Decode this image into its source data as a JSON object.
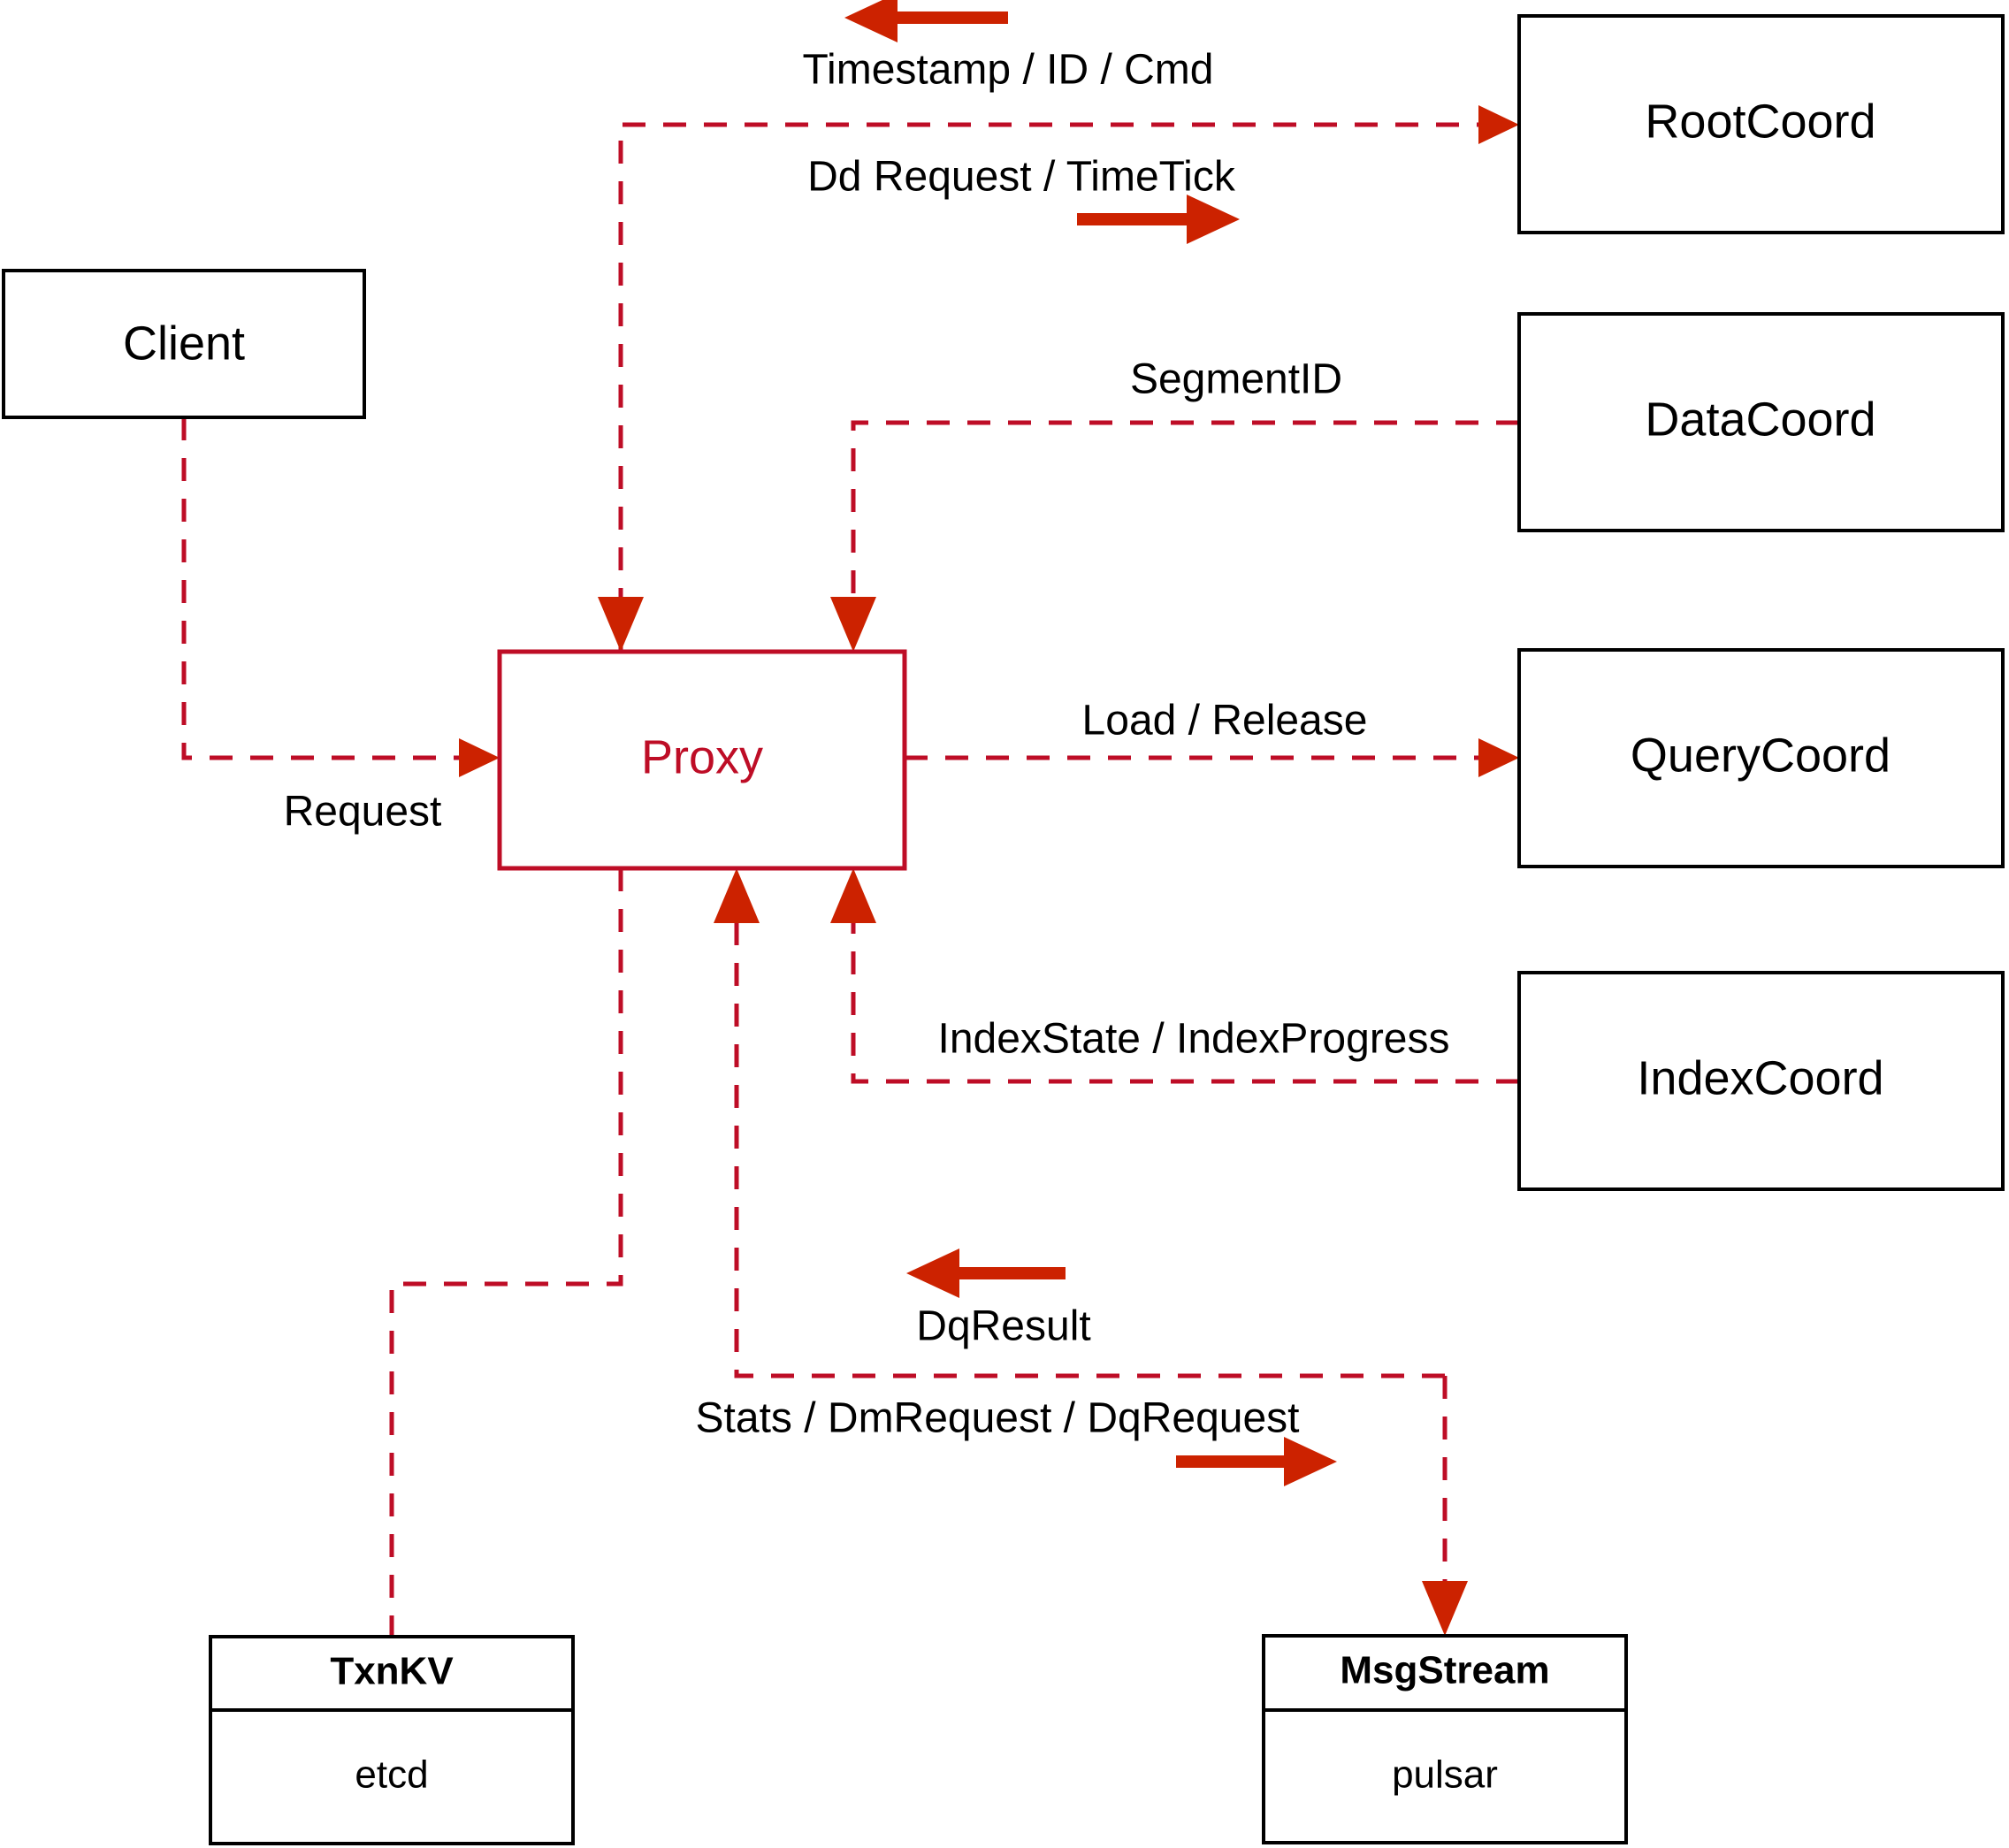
{
  "diagram": {
    "title": "Proxy component interaction diagram",
    "colors": {
      "accent": "#BE0D26",
      "arrow": "#CC2200",
      "node_stroke": "#000000",
      "background": "#ffffff"
    },
    "nodes": {
      "client": {
        "label": "Client"
      },
      "proxy": {
        "label": "Proxy"
      },
      "root_coord": {
        "label": "RootCoord"
      },
      "data_coord": {
        "label": "DataCoord"
      },
      "query_coord": {
        "label": "QueryCoord"
      },
      "index_coord": {
        "label": "IndexCoord"
      },
      "txnkv": {
        "label": "TxnKV",
        "impl": "etcd"
      },
      "msgstream": {
        "label": "MsgStream",
        "impl": "pulsar"
      }
    },
    "edges": [
      {
        "id": "root-to-proxy",
        "label": "Timestamp / ID / Cmd",
        "direction": "left",
        "from": "RootCoord",
        "to": "Proxy"
      },
      {
        "id": "proxy-to-root",
        "label": "Dd Request / TimeTick",
        "direction": "right",
        "from": "Proxy",
        "to": "RootCoord"
      },
      {
        "id": "data-to-proxy",
        "label": "SegmentID",
        "direction": "left",
        "from": "DataCoord",
        "to": "Proxy"
      },
      {
        "id": "client-to-proxy",
        "label": "Request",
        "direction": "right",
        "from": "Client",
        "to": "Proxy"
      },
      {
        "id": "proxy-to-query",
        "label": "Load / Release",
        "direction": "right",
        "from": "Proxy",
        "to": "QueryCoord"
      },
      {
        "id": "index-to-proxy",
        "label": "IndexState / IndexProgress",
        "direction": "left",
        "from": "IndexCoord",
        "to": "Proxy"
      },
      {
        "id": "msgstream-to-proxy",
        "label": "DqResult",
        "direction": "left",
        "from": "MsgStream",
        "to": "Proxy"
      },
      {
        "id": "proxy-to-msgstream",
        "label": "Stats / DmRequest / DqRequest",
        "direction": "right",
        "from": "Proxy",
        "to": "MsgStream"
      },
      {
        "id": "proxy-to-txnkv",
        "label": "",
        "direction": "none",
        "from": "Proxy",
        "to": "TxnKV"
      }
    ]
  }
}
